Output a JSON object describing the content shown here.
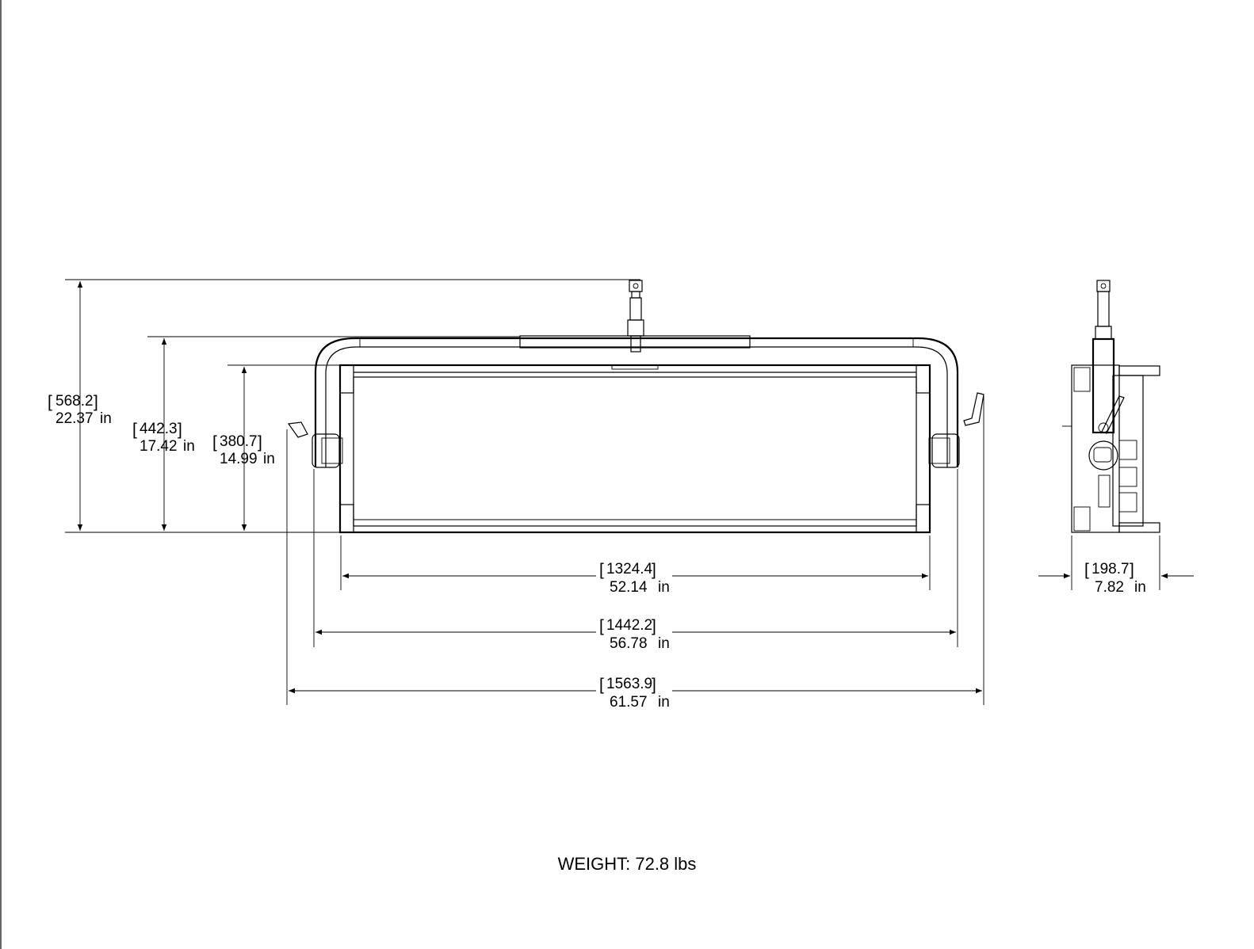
{
  "dimensions": {
    "height_overall": {
      "mm": "568.2",
      "in": "22.37",
      "unit": "in"
    },
    "height_yoke": {
      "mm": "442.3",
      "in": "17.42",
      "unit": "in"
    },
    "height_panel": {
      "mm": "380.7",
      "in": "14.99",
      "unit": "in"
    },
    "width_panel": {
      "mm": "1324.4",
      "in": "52.14",
      "unit": "in"
    },
    "width_yoke": {
      "mm": "1442.2",
      "in": "56.78",
      "unit": "in"
    },
    "width_overall": {
      "mm": "1563.9",
      "in": "61.57",
      "unit": "in"
    },
    "depth": {
      "mm": "198.7",
      "in": "7.82",
      "unit": "in"
    }
  },
  "weight_label": "WEIGHT: 72.8 lbs"
}
